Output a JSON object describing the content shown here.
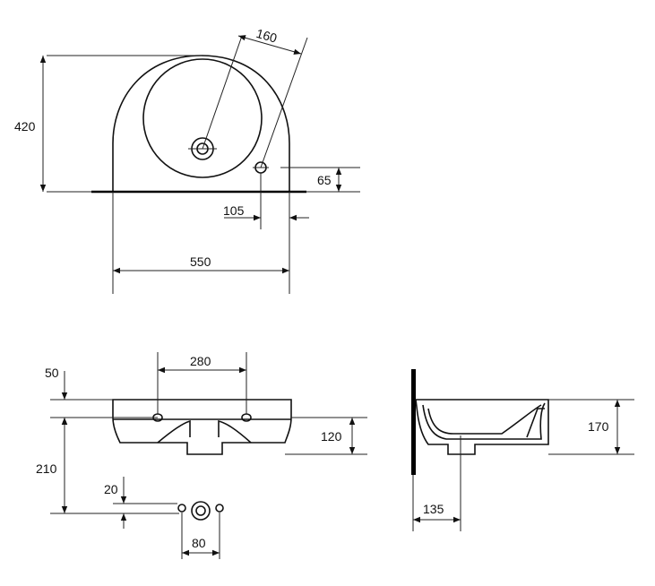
{
  "colors": {
    "line": "#111111",
    "background": "#ffffff"
  },
  "top_view": {
    "dim_width": "550",
    "dim_depth": "420",
    "dim_angle_offset": "160",
    "dim_tap_x": "105",
    "dim_tap_y": "65"
  },
  "front_view": {
    "dim_hole_spacing": "280",
    "dim_top_offset": "50",
    "dim_height": "120",
    "dim_mount_height": "210",
    "dim_waste_offset": "20",
    "dim_waste_spacing": "80"
  },
  "side_view": {
    "dim_height": "170",
    "dim_waste_depth": "135"
  }
}
